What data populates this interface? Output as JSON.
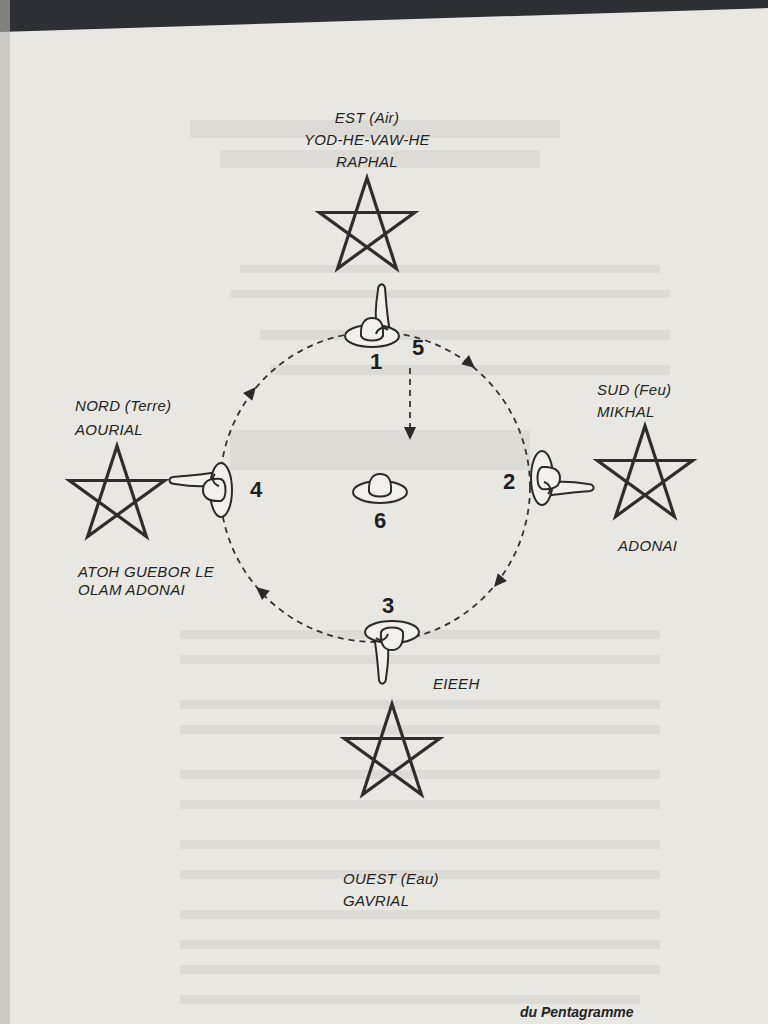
{
  "diagram": {
    "labels": [
      "EST (Air)",
      "YOD-HE-VAW-HE",
      "RAPHAL",
      "1",
      "5",
      "SUD (Feu)",
      "MIKHAL",
      "2",
      "ADONAI",
      "NORD (Terre)",
      "AOURIAL",
      "4",
      "ATOH GUEBOR LE OLAM ADONAI",
      "6",
      "3",
      "EIEEH",
      "OUEST (Eau)",
      "GAVRIAL",
      "du Pentagramme"
    ]
  }
}
